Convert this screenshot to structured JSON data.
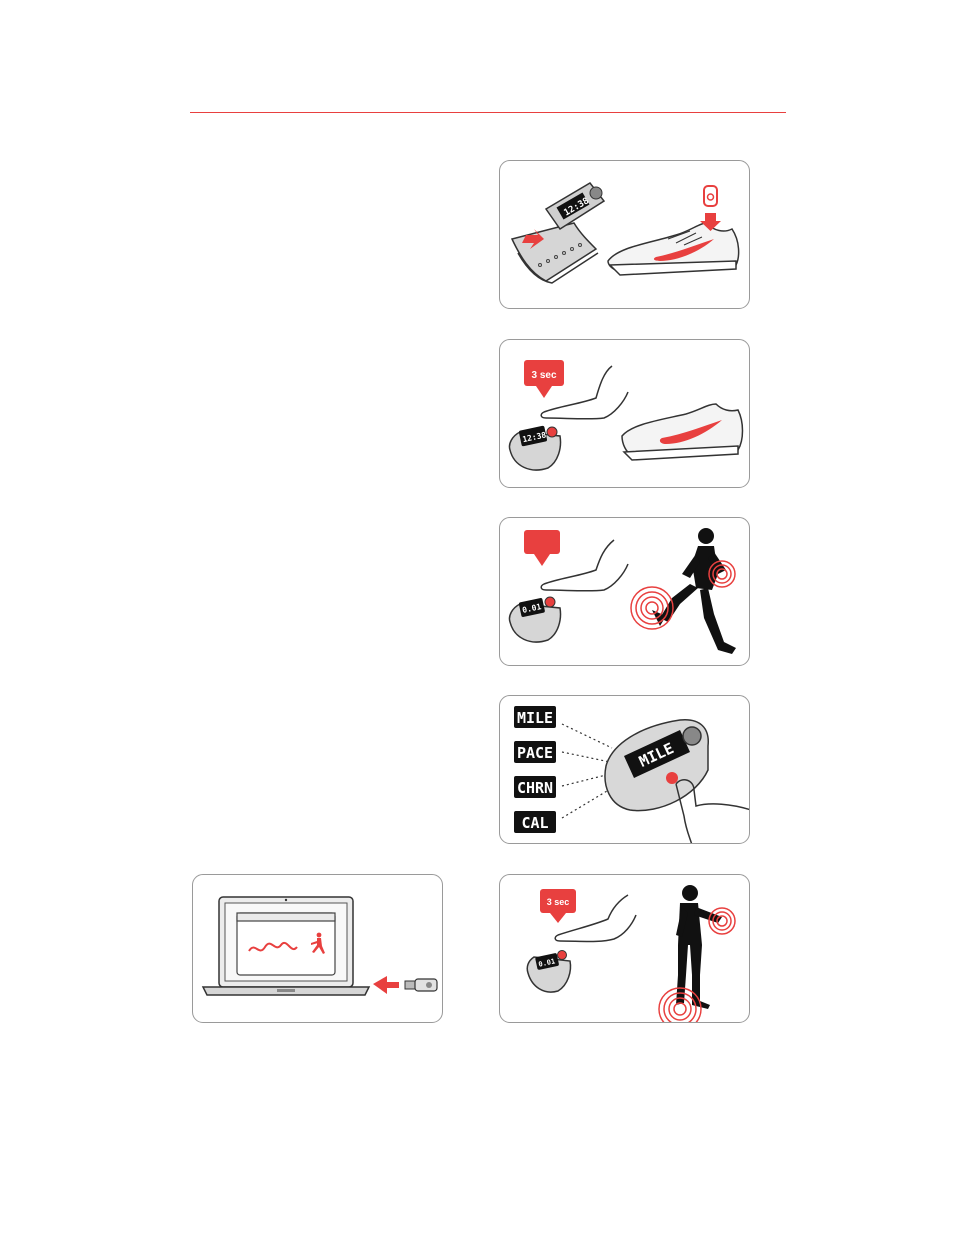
{
  "colors": {
    "accent": "#e8403f",
    "outline": "#9a9a9a",
    "ink": "#1a1a1a"
  },
  "panels": {
    "install": {
      "display_time": "12:38"
    },
    "link": {
      "hold_label": "3 sec",
      "display_time": "12:38"
    },
    "run": {
      "display_value": "0.01"
    },
    "metrics": {
      "items": [
        "MILE",
        "PACE",
        "CHRN",
        "CAL"
      ],
      "band_display": "MILE"
    },
    "sync": {},
    "end": {
      "hold_label": "3 sec",
      "display_value": "0.01"
    }
  }
}
